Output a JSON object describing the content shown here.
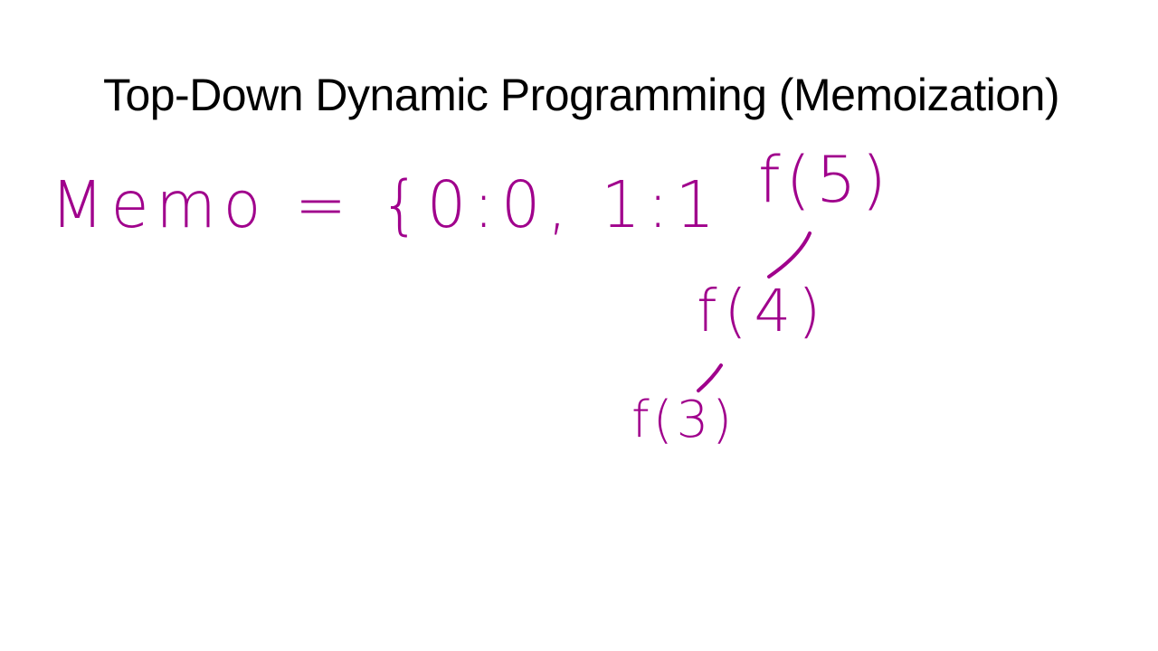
{
  "slide": {
    "title": "Top-Down Dynamic Programming (Memoization)"
  },
  "annotations": {
    "ink_color": "#a0008c",
    "memo": "Memo = {0:0, 1:1",
    "tree": {
      "nodes": [
        "f(5)",
        "f(4)",
        "f(3)"
      ],
      "edges": [
        [
          "f(5)",
          "f(4)"
        ],
        [
          "f(4)",
          "f(3)"
        ]
      ]
    }
  }
}
